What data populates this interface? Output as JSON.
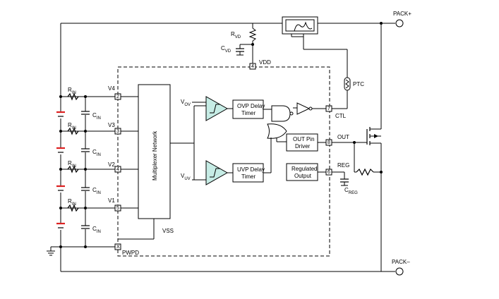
{
  "terminals": {
    "pack_plus": "PACK+",
    "pack_minus": "PACK–"
  },
  "components": {
    "rvd": {
      "main": "R",
      "sub": "VD"
    },
    "cvd": {
      "main": "C",
      "sub": "VD"
    },
    "rin": {
      "main": "R",
      "sub": "IN"
    },
    "cin": {
      "main": "C",
      "sub": "IN"
    },
    "creg": {
      "main": "C",
      "sub": "REG"
    },
    "ptc": "PTC"
  },
  "pins": {
    "vdd": {
      "label": "VDD",
      "num": "4"
    },
    "v4": {
      "label": "V4",
      "num": "2"
    },
    "v3": {
      "label": "V3",
      "num": "3"
    },
    "v2": {
      "label": "V2",
      "num": "4"
    },
    "v1": {
      "label": "V1",
      "num": "5"
    },
    "vss": {
      "label": "VSS"
    },
    "pwpd": {
      "label": "PWPD",
      "num": "X"
    },
    "ctl": {
      "label": "CTL",
      "num": "7"
    },
    "out": {
      "label": "OUT",
      "num": "8"
    },
    "reg": {
      "label": "REG",
      "num": "6"
    }
  },
  "blocks": {
    "multiplexer": "Multiplexer Network",
    "ovp_delay": [
      "OVP Delay",
      "Timer"
    ],
    "uvp_delay": [
      "UVP Delay",
      "Timer"
    ],
    "out_driver": [
      "OUT Pin",
      "Driver"
    ],
    "regulated": [
      "Regulated",
      "Output"
    ]
  },
  "comparators": {
    "vov": {
      "main": "V",
      "sub": "OV"
    },
    "vuv": {
      "main": "V",
      "sub": "UV"
    }
  }
}
